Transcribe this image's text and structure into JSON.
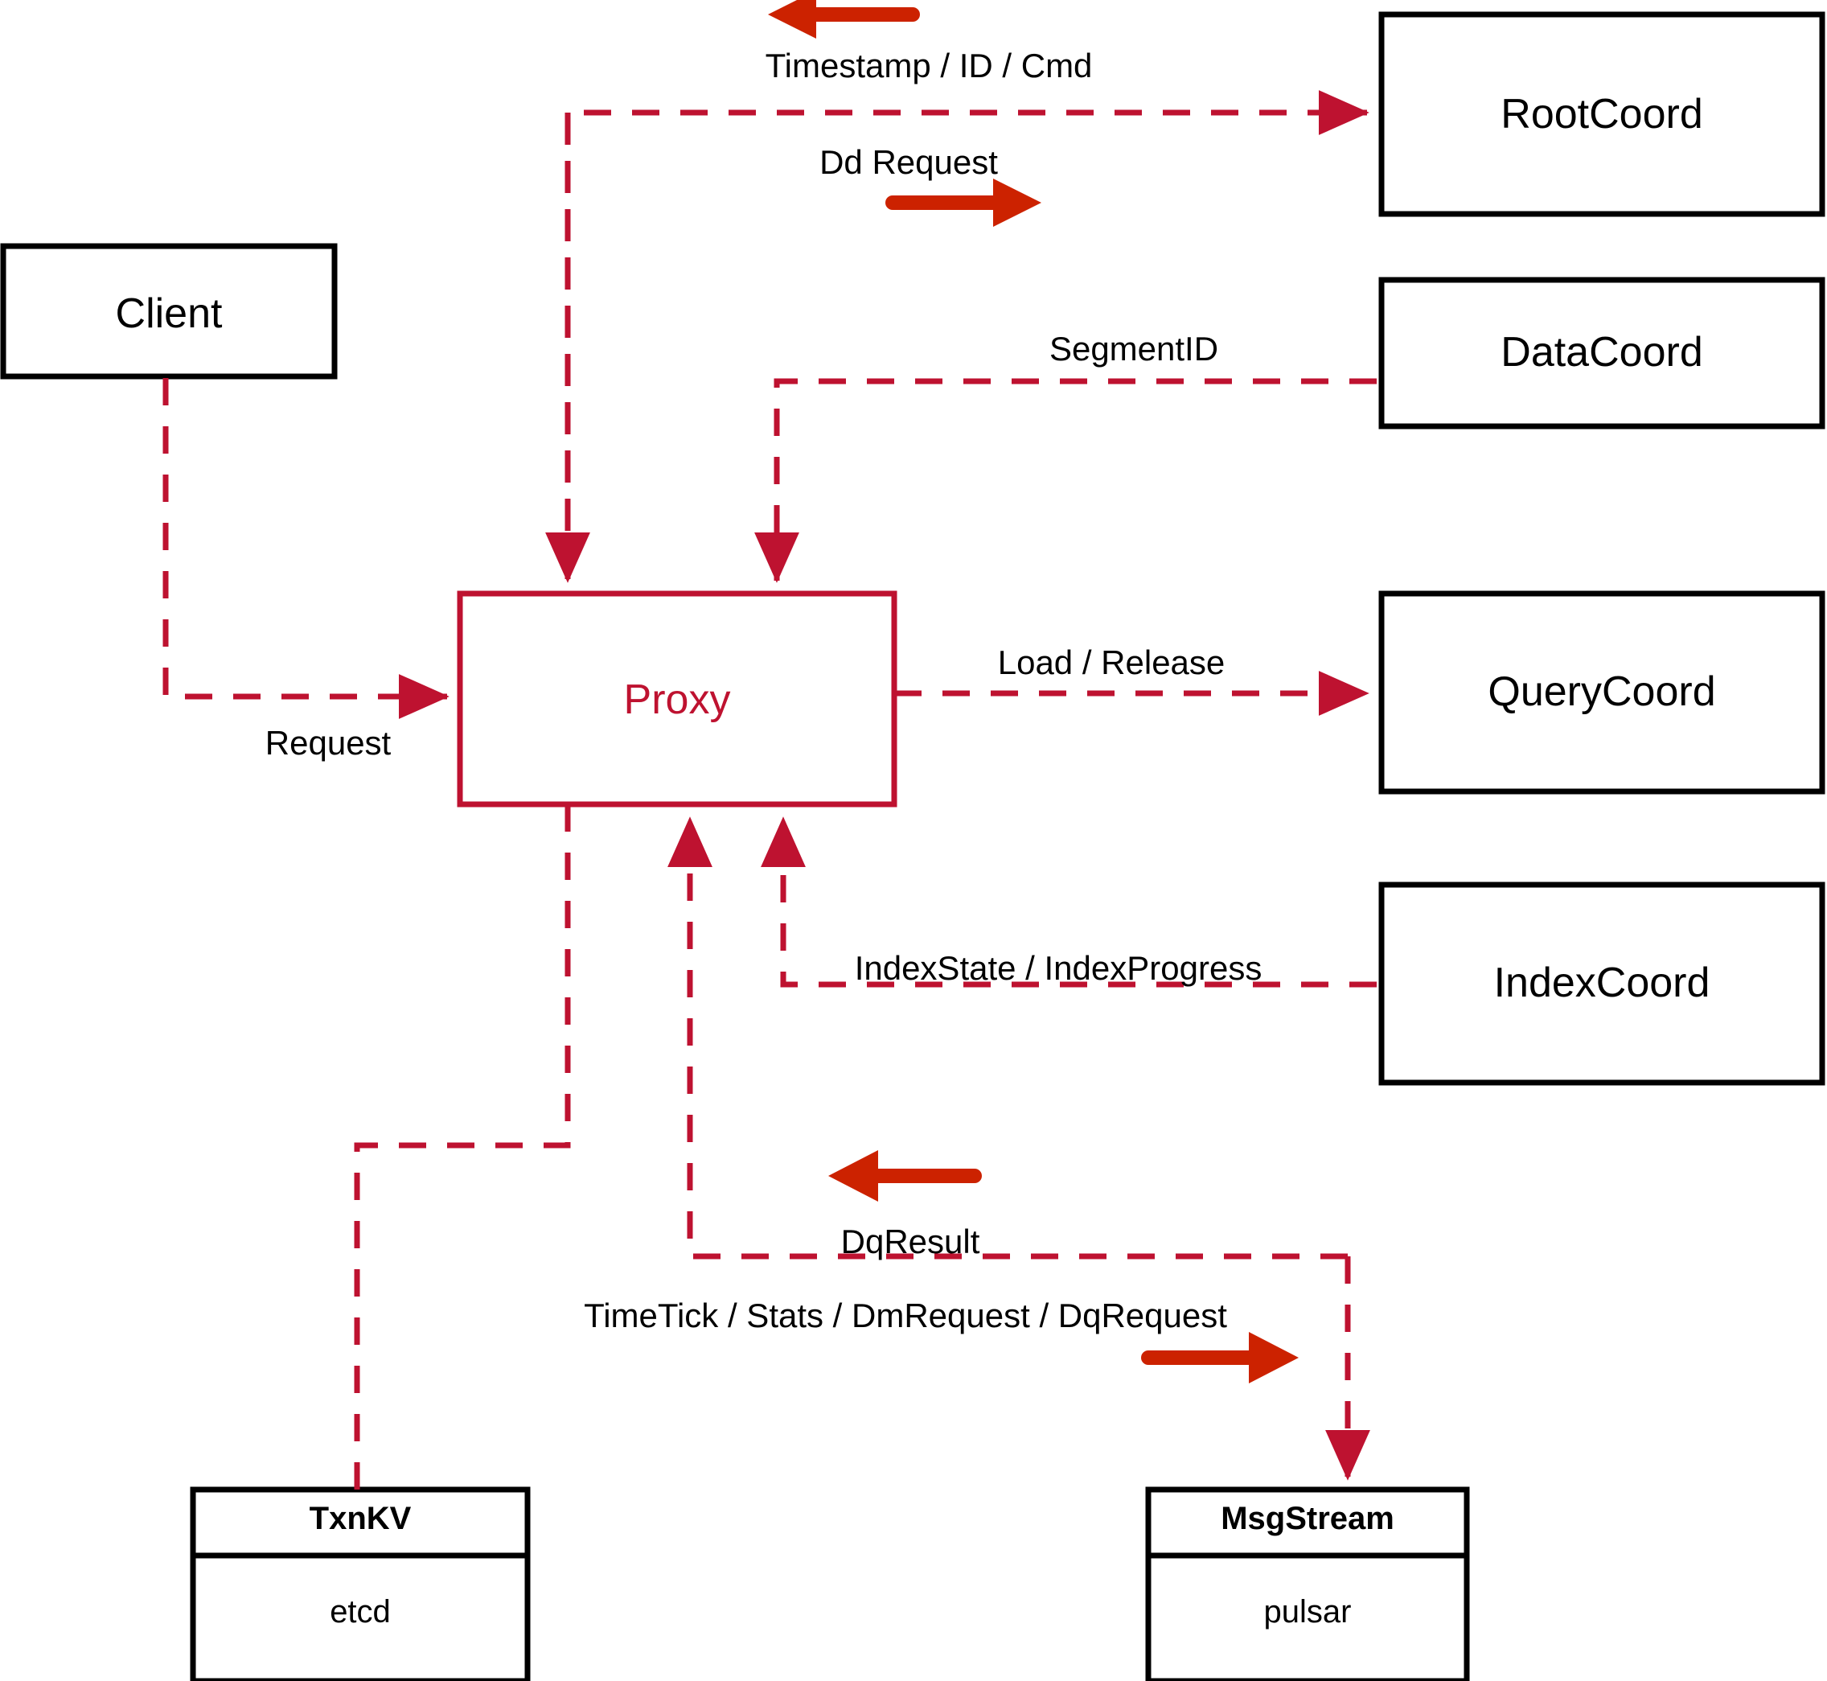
{
  "diagram": {
    "title": "Milvus Proxy interaction diagram",
    "colors": {
      "node_stroke": "#000000",
      "proxy_stroke": "#BE1230",
      "dashed_edge": "#BE1230",
      "solid_arrow": "#CC2200",
      "background": "#FFFFFF"
    }
  },
  "nodes": {
    "client": {
      "label": "Client"
    },
    "proxy": {
      "label": "Proxy"
    },
    "root_coord": {
      "label": "RootCoord"
    },
    "data_coord": {
      "label": "DataCoord"
    },
    "query_coord": {
      "label": "QueryCoord"
    },
    "index_coord": {
      "label": "IndexCoord"
    },
    "txnkv": {
      "title": "TxnKV",
      "impl": "etcd"
    },
    "msgstream": {
      "title": "MsgStream",
      "impl": "pulsar"
    }
  },
  "edges": [
    {
      "id": "timestamp-id-cmd",
      "label": "Timestamp / ID / Cmd",
      "from": "root_coord",
      "to": "proxy",
      "direction": "left"
    },
    {
      "id": "dd-request",
      "label": "Dd Request",
      "from": "proxy",
      "to": "root_coord",
      "direction": "right"
    },
    {
      "id": "segment-id",
      "label": "SegmentID",
      "from": "data_coord",
      "to": "proxy",
      "direction": "left"
    },
    {
      "id": "request",
      "label": "Request",
      "from": "client",
      "to": "proxy",
      "direction": "right"
    },
    {
      "id": "load-release",
      "label": "Load / Release",
      "from": "proxy",
      "to": "query_coord",
      "direction": "right"
    },
    {
      "id": "index-state-progress",
      "label": "IndexState / IndexProgress",
      "from": "index_coord",
      "to": "proxy",
      "direction": "left"
    },
    {
      "id": "dq-result",
      "label": "DqResult",
      "from": "msgstream",
      "to": "proxy",
      "direction": "left"
    },
    {
      "id": "timetick-stats",
      "label": "TimeTick / Stats / DmRequest / DqRequest",
      "from": "proxy",
      "to": "msgstream",
      "direction": "right"
    },
    {
      "id": "txnkv-link",
      "label": "",
      "from": "proxy",
      "to": "txnkv",
      "direction": "none"
    }
  ]
}
